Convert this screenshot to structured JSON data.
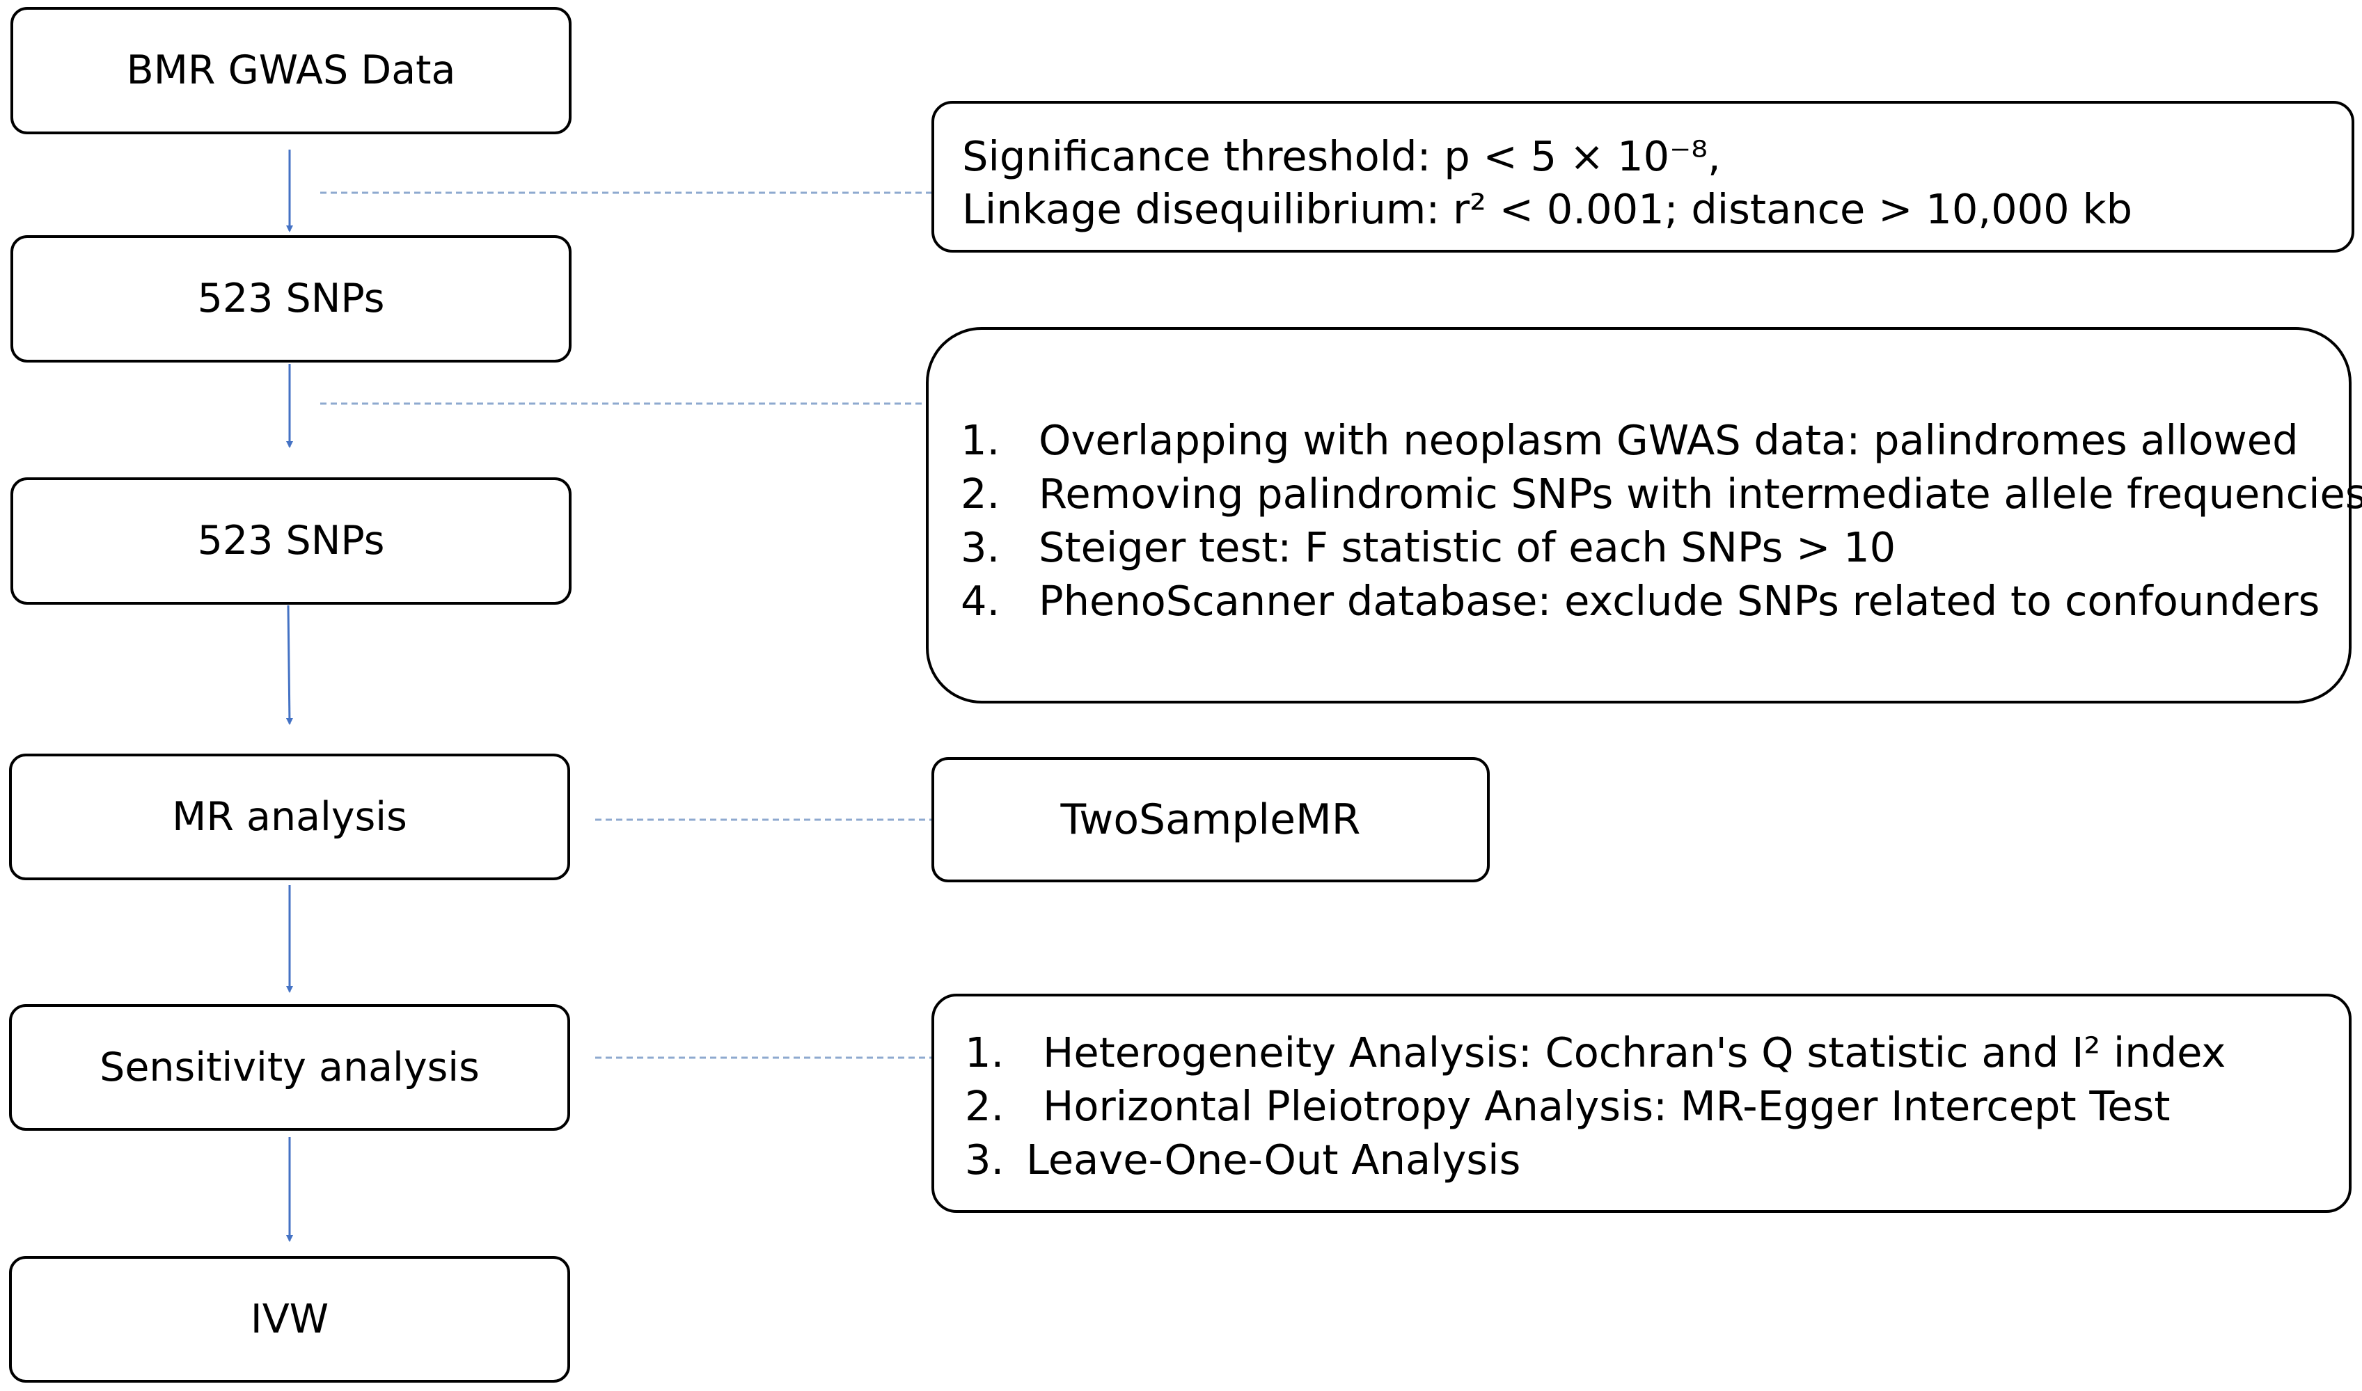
{
  "steps": [
    {
      "label": "BMR GWAS Data"
    },
    {
      "label": "523 SNPs"
    },
    {
      "label": "523 SNPs"
    },
    {
      "label": "MR analysis"
    },
    {
      "label": "Sensitivity analysis"
    },
    {
      "label": "IVW"
    }
  ],
  "notes": {
    "threshold": {
      "line1": "Significance threshold: p < 5 × 10⁻⁸,",
      "line2": "Linkage disequilibrium: r² < 0.001; distance > 10,000 kb"
    },
    "filtering": [
      {
        "num": "1.",
        "text": "Overlapping with neoplasm GWAS data: palindromes allowed"
      },
      {
        "num": "2.",
        "text": "Removing palindromic SNPs with intermediate allele frequencies"
      },
      {
        "num": "3.",
        "text": "Steiger test: F statistic of each SNPs > 10"
      },
      {
        "num": "4.",
        "text": "PhenoScanner database: exclude SNPs related to confounders"
      }
    ],
    "tool": {
      "label": "TwoSampleMR"
    },
    "sensitivity": [
      {
        "num": "1.",
        "text": "Heterogeneity Analysis: Cochran's Q statistic and I² index"
      },
      {
        "num": "2.",
        "text": "Horizontal Pleiotropy Analysis: MR-Egger Intercept Test"
      },
      {
        "num": "3.",
        "text": "Leave-One-Out Analysis"
      }
    ]
  },
  "colors": {
    "arrow": "#4472c4",
    "connector": "#8ea9cf",
    "border": "#000000"
  }
}
